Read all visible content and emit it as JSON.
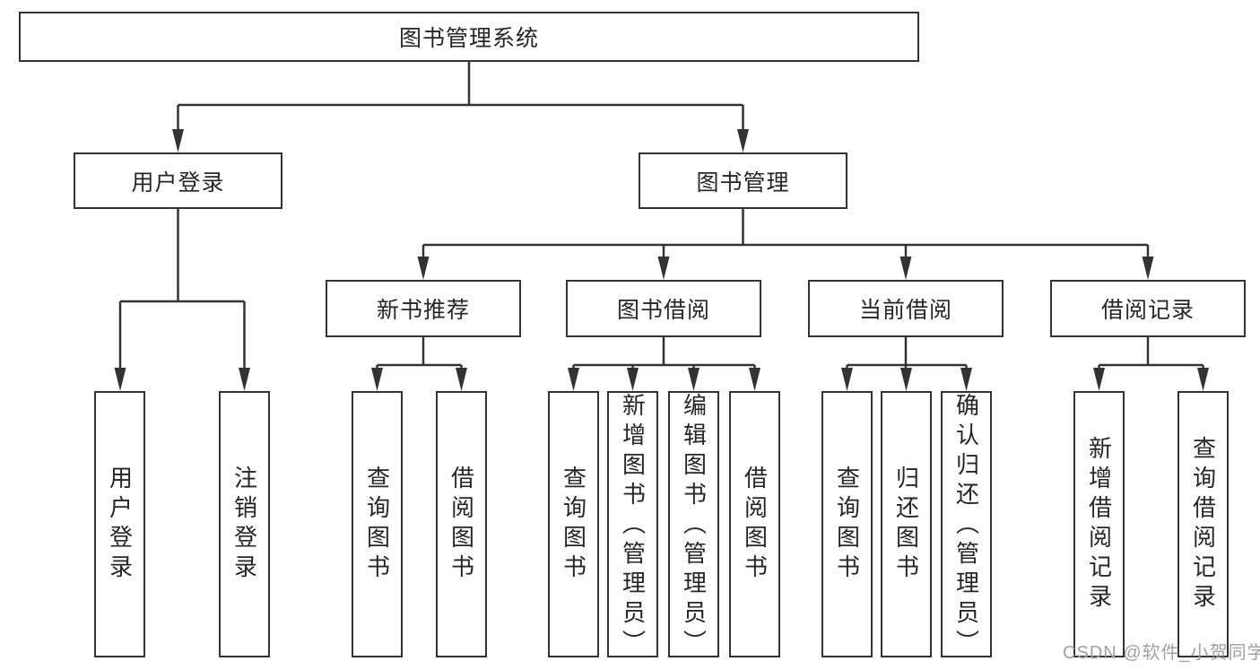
{
  "tree": {
    "root": {
      "label": "图书管理系统"
    },
    "branches": [
      {
        "label": "用户登录",
        "leaves": [
          "用户登录",
          "注销登录"
        ]
      },
      {
        "label": "图书管理",
        "sections": [
          {
            "label": "新书推荐",
            "leaves": [
              "查询图书",
              "借阅图书"
            ]
          },
          {
            "label": "图书借阅",
            "leaves": [
              "查询图书",
              "新增图书（管理员）",
              "编辑图书（管理员）",
              "借阅图书"
            ]
          },
          {
            "label": "当前借阅",
            "leaves": [
              "查询图书",
              "归还图书",
              "确认归还（管理员）"
            ]
          },
          {
            "label": "借阅记录",
            "leaves": [
              "新增借阅记录",
              "查询借阅记录"
            ]
          }
        ]
      }
    ]
  },
  "watermark": {
    "text": "CSDN @软件_小贺同学"
  },
  "colors": {
    "line": "#333333",
    "text": "#262626",
    "watermark": "#a0a0a0",
    "background": "#ffffff"
  }
}
